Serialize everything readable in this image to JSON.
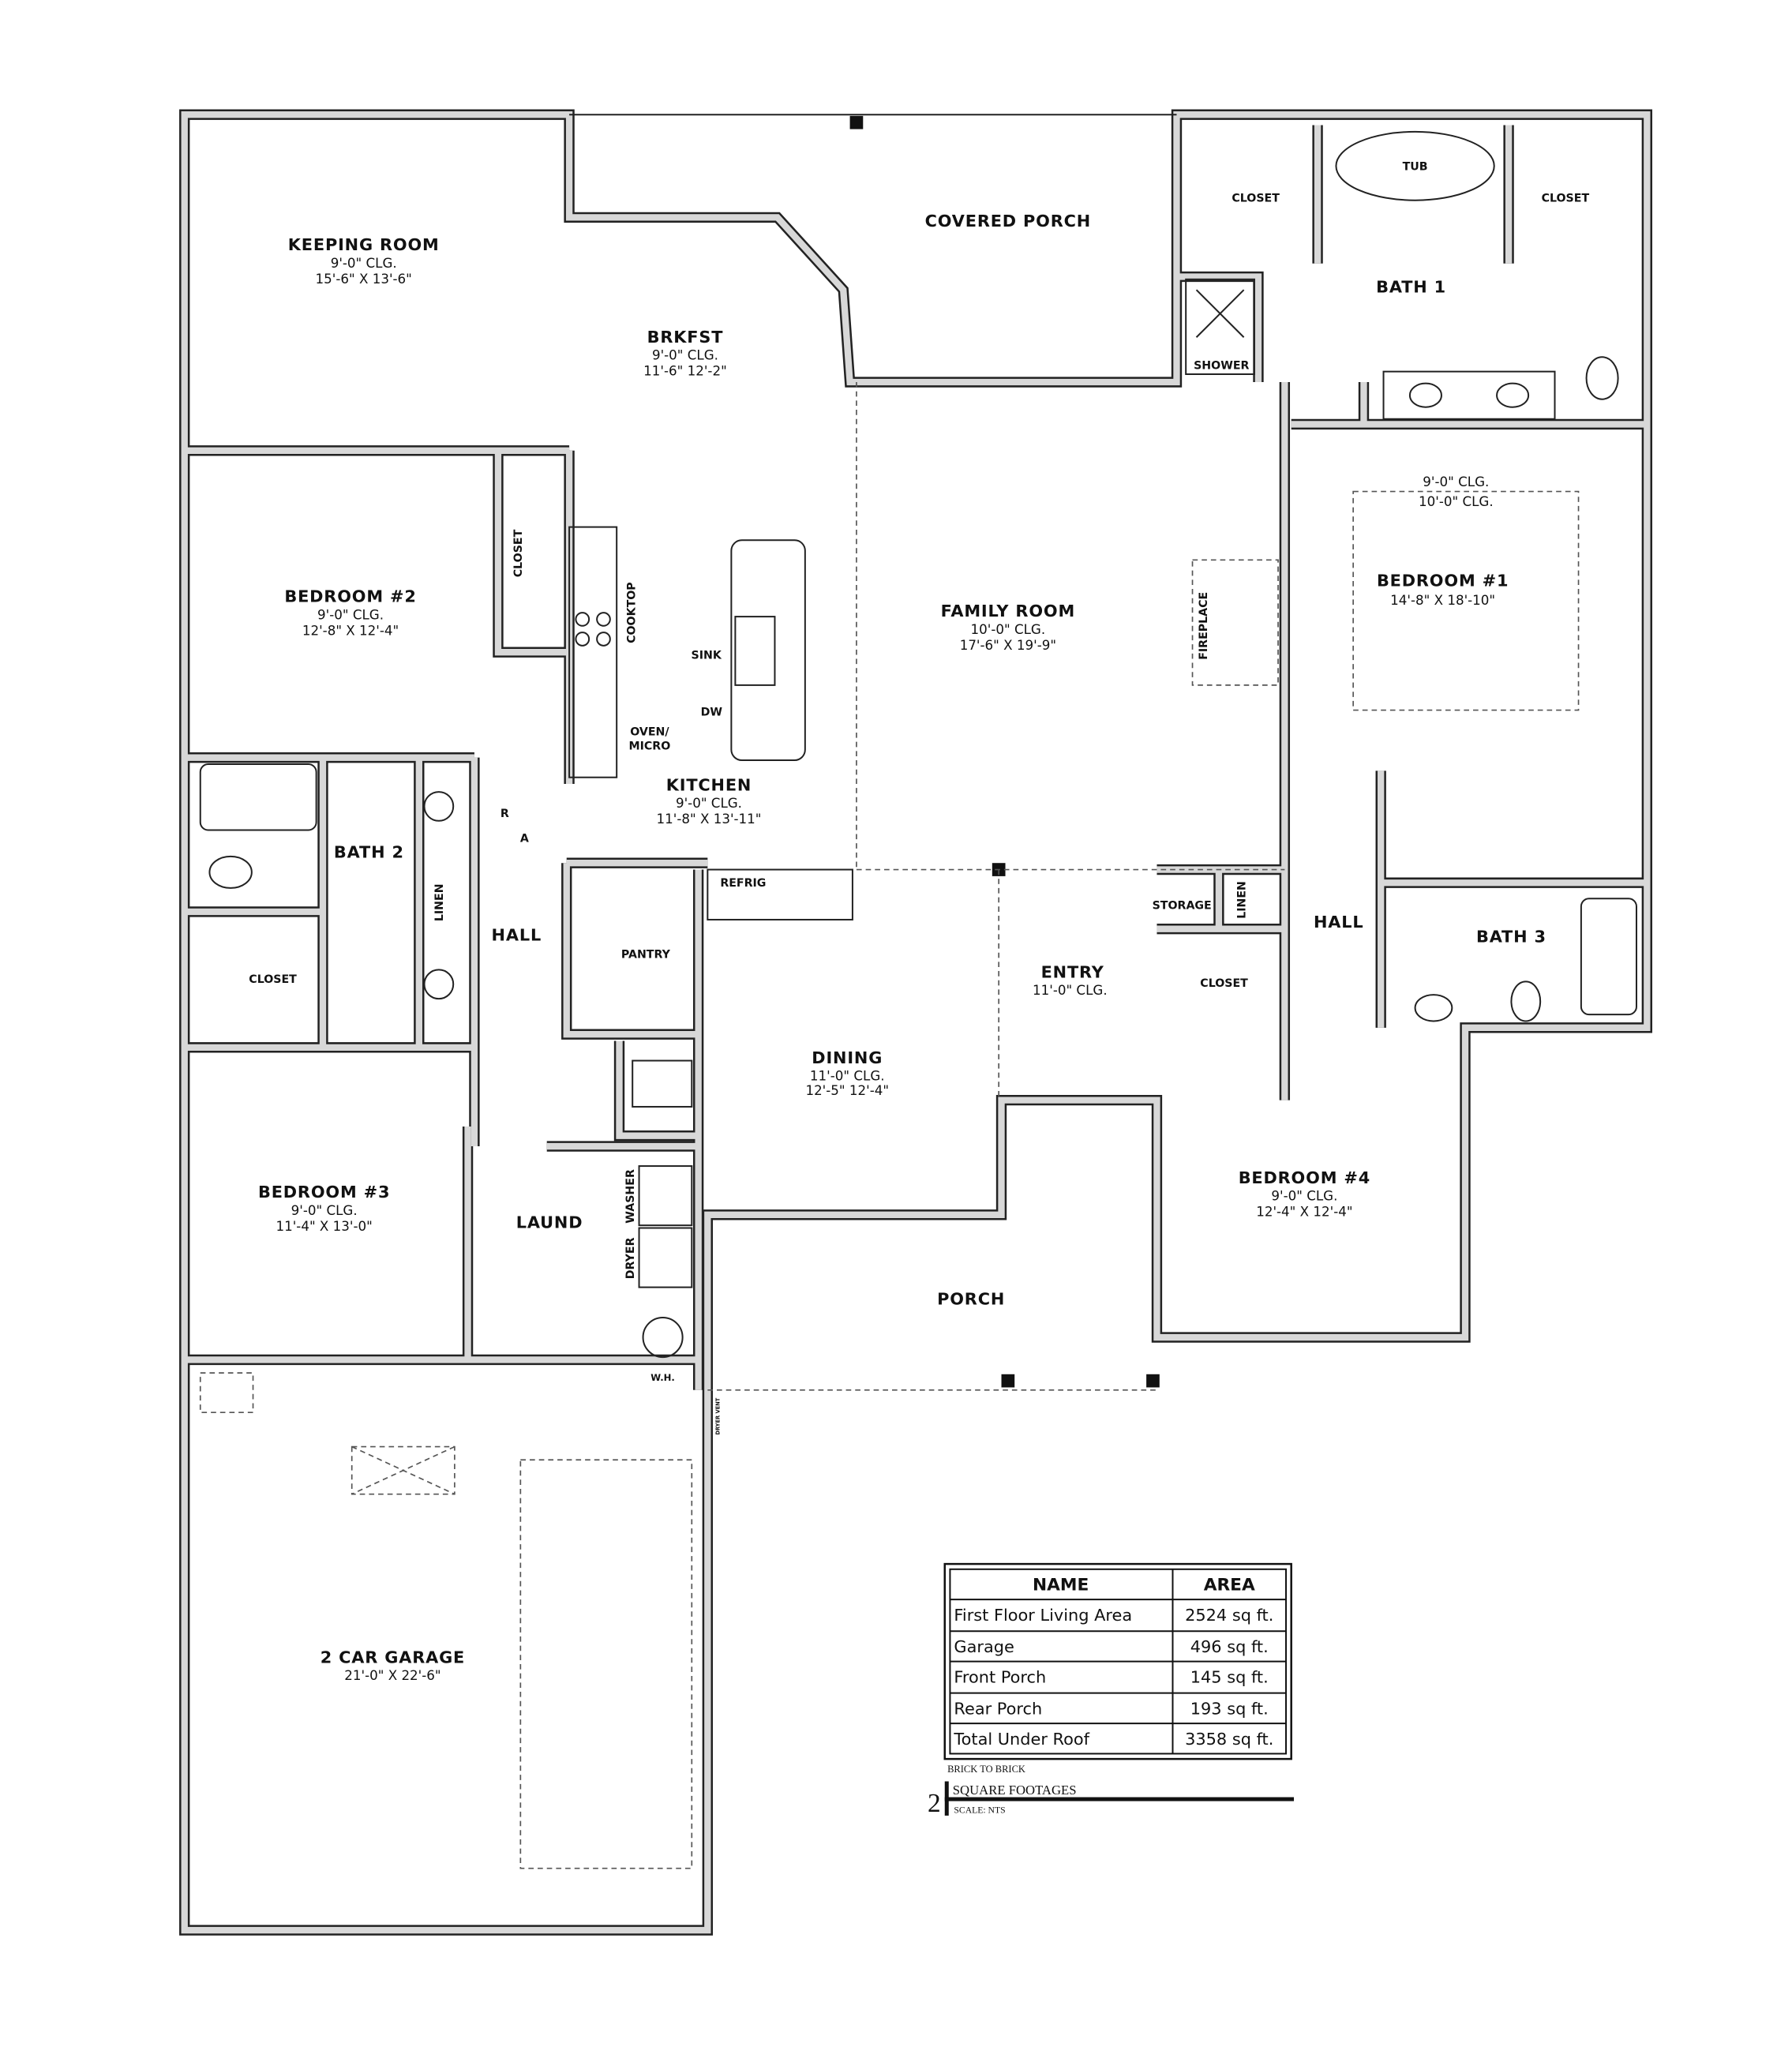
{
  "rooms": {
    "keeping": {
      "name": "KEEPING ROOM",
      "clg": "9'-0\" CLG.",
      "dims": "15'-6\" X 13'-6\""
    },
    "covered_porch": {
      "name": "COVERED PORCH"
    },
    "brkfst": {
      "name": "BRKFST",
      "clg": "9'-0\" CLG.",
      "dims": "11'-6\" 12'-2\""
    },
    "bath1": {
      "name": "BATH 1",
      "closet_left": "CLOSET",
      "closet_right": "CLOSET",
      "tub": "TUB",
      "shower": "SHOWER"
    },
    "bedroom2": {
      "name": "BEDROOM #2",
      "clg": "9'-0\" CLG.",
      "dims": "12'-8\" X 12'-4\"",
      "closet": "CLOSET"
    },
    "kitchen": {
      "name": "KITCHEN",
      "clg": "9'-0\" CLG.",
      "dims": "11'-8\" X 13'-11\"",
      "cooktop": "COOKTOP",
      "sink": "SINK",
      "dw": "DW",
      "oven1": "OVEN/",
      "oven2": "MICRO",
      "refrig": "REFRIG",
      "r": "R",
      "a": "A"
    },
    "family": {
      "name": "FAMILY ROOM",
      "clg": "10'-0\" CLG.",
      "dims": "17'-6\" X 19'-9\"",
      "fireplace": "FIREPLACE"
    },
    "bedroom1": {
      "name": "BEDROOM #1",
      "clg1": "9'-0\" CLG.",
      "clg2": "10'-0\" CLG.",
      "dims": "14'-8\" X 18'-10\""
    },
    "bath2": {
      "name": "BATH 2",
      "linen": "LINEN",
      "closet": "CLOSET"
    },
    "hall_left": {
      "name": "HALL"
    },
    "pantry": {
      "name": "PANTRY"
    },
    "storage": {
      "name": "STORAGE"
    },
    "linen_right": {
      "name": "LINEN"
    },
    "hall_right": {
      "name": "HALL"
    },
    "bath3": {
      "name": "BATH 3"
    },
    "closet_entry": {
      "name": "CLOSET"
    },
    "entry": {
      "name": "ENTRY",
      "clg": "11'-0\" CLG."
    },
    "dining": {
      "name": "DINING",
      "clg": "11'-0\" CLG.",
      "dims": "12'-5\" 12'-4\""
    },
    "bedroom3": {
      "name": "BEDROOM #3",
      "clg": "9'-0\" CLG.",
      "dims": "11'-4\" X 13'-0\""
    },
    "laund": {
      "name": "LAUND",
      "washer": "WASHER",
      "dryer": "DRYER",
      "wh": "W.H.",
      "dryer_vent": "DRYER VENT"
    },
    "bedroom4": {
      "name": "BEDROOM #4",
      "clg": "9'-0\" CLG.",
      "dims": "12'-4\" X 12'-4\""
    },
    "porch": {
      "name": "PORCH"
    },
    "garage": {
      "name": "2 CAR GARAGE",
      "dims": "21'-0\" X 22'-6\""
    }
  },
  "area_table": {
    "headers": [
      "NAME",
      "AREA"
    ],
    "rows": [
      [
        "First Floor Living Area",
        "2524 sq ft."
      ],
      [
        "Garage",
        "496 sq ft."
      ],
      [
        "Front Porch",
        "145 sq ft."
      ],
      [
        "Rear Porch",
        "193 sq ft."
      ],
      [
        "Total Under Roof",
        "3358 sq ft."
      ]
    ],
    "note": "BRICK TO BRICK"
  },
  "title_block": {
    "number": "2",
    "title": "SQUARE FOOTAGES",
    "scale": "SCALE: NTS"
  },
  "colors": {
    "wall_fill": "#d8d8d8",
    "line": "#222222"
  }
}
